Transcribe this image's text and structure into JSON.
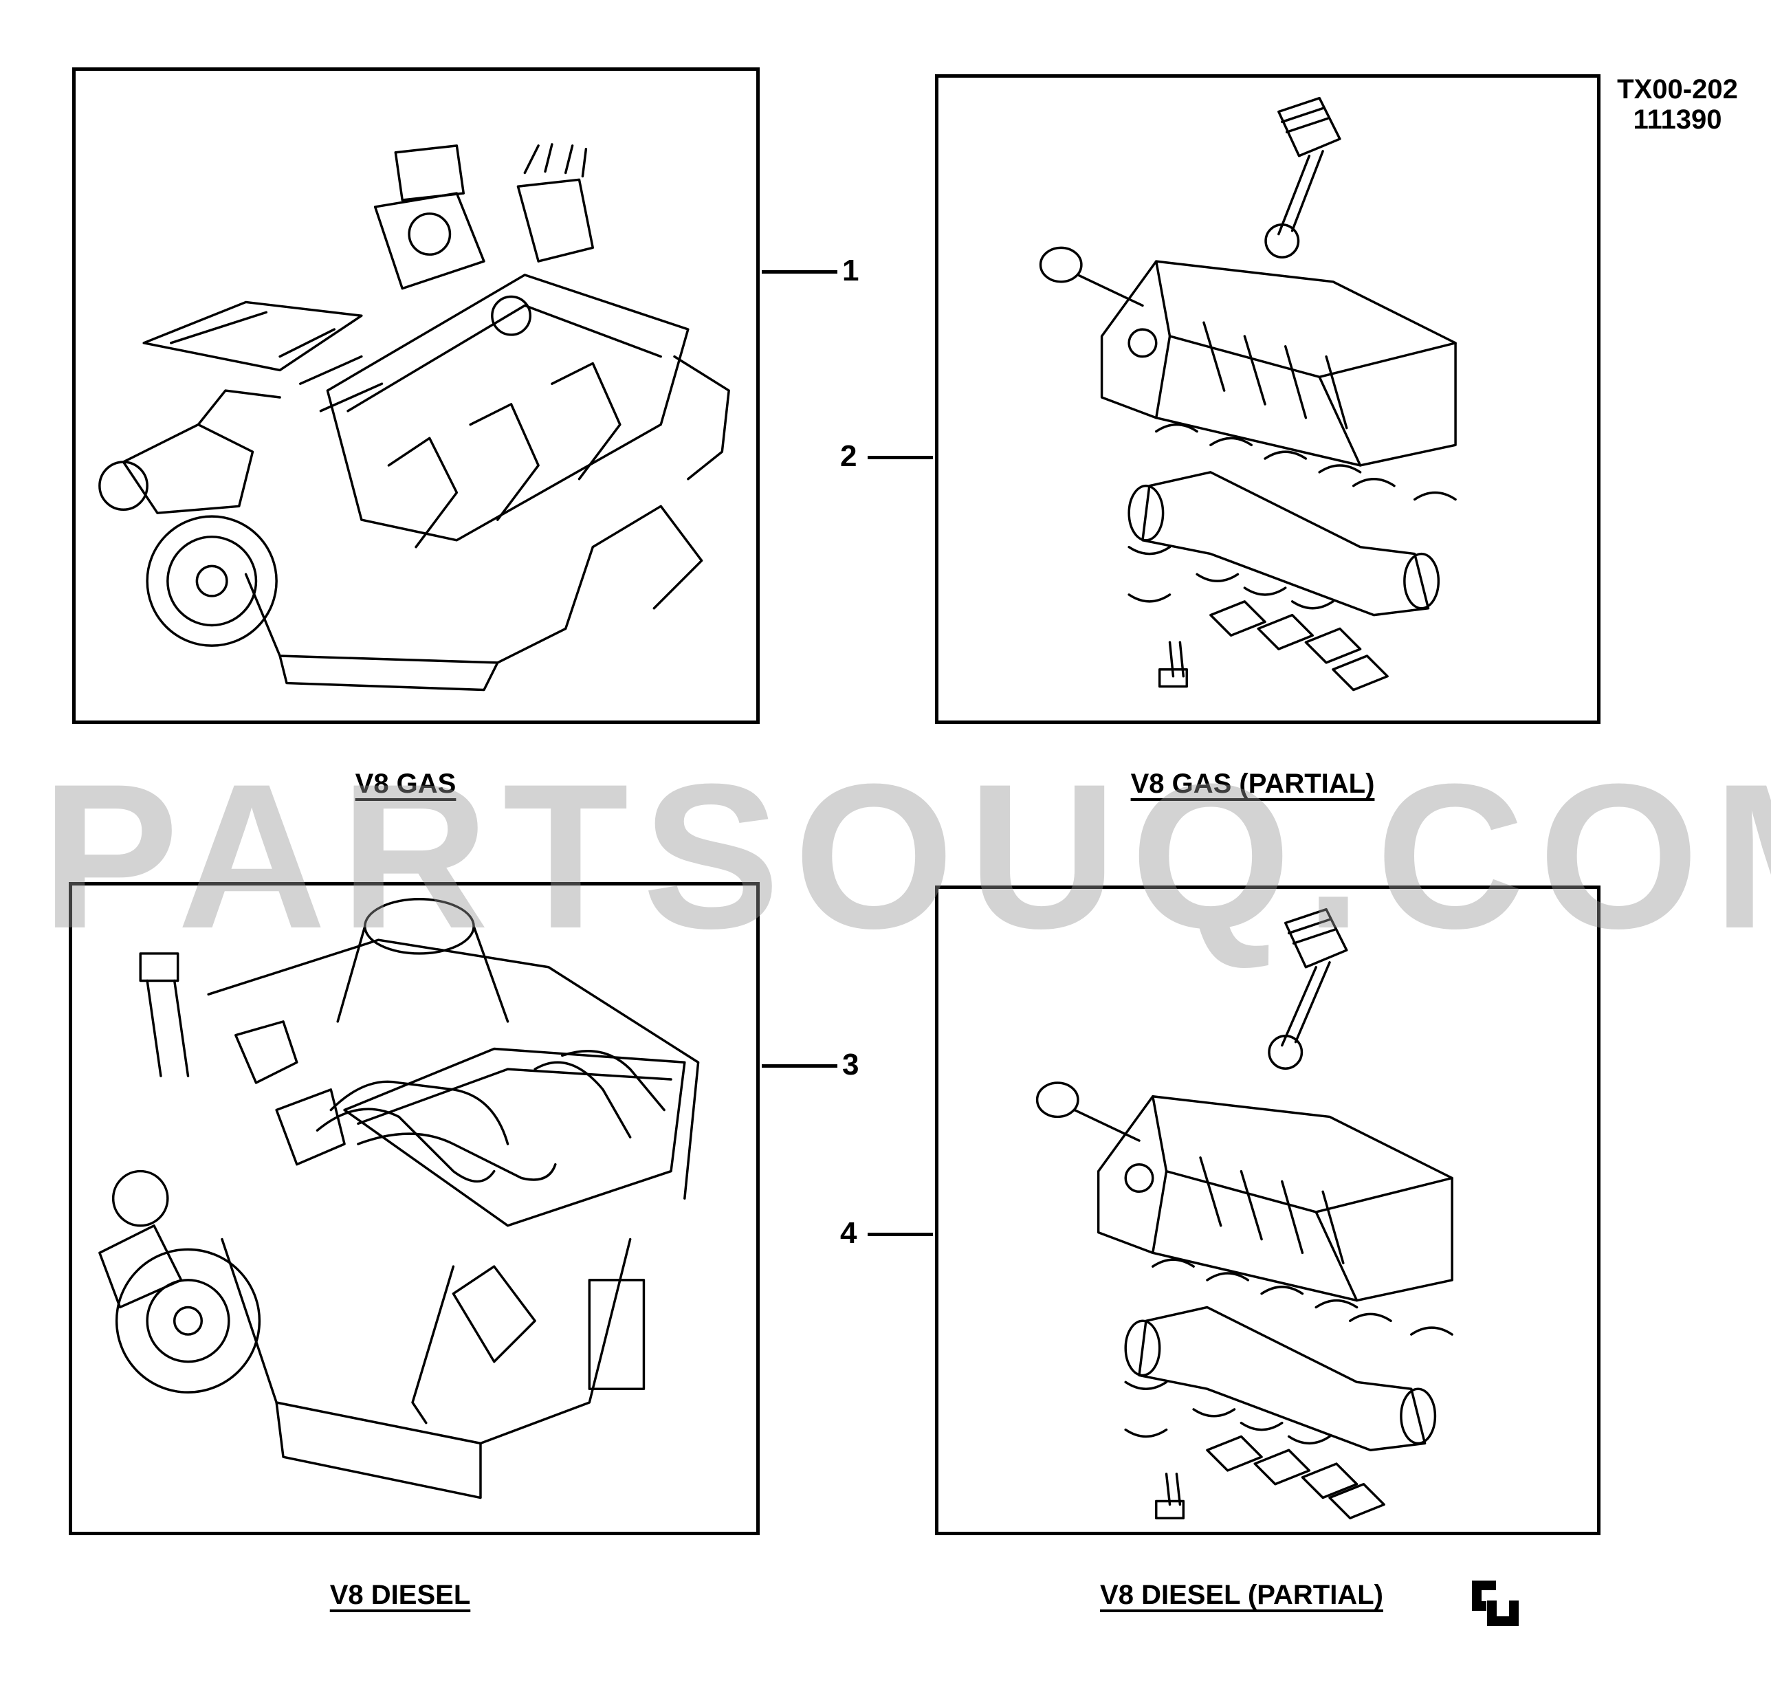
{
  "reference": {
    "code": "TX00-202",
    "date": "111390"
  },
  "panels": [
    {
      "callout": "1",
      "caption": "V8 GAS",
      "illustration": "complete-gas-engine"
    },
    {
      "callout": "2",
      "caption": "V8 GAS (PARTIAL)",
      "illustration": "partial-engine-block-kit"
    },
    {
      "callout": "3",
      "caption": "V8 DIESEL",
      "illustration": "complete-diesel-engine"
    },
    {
      "callout": "4",
      "caption": "V8 DIESEL (PARTIAL)",
      "illustration": "partial-engine-block-kit"
    }
  ],
  "watermark": "PARTSOUQ.COM",
  "logo_icon": "gm-logo-icon"
}
